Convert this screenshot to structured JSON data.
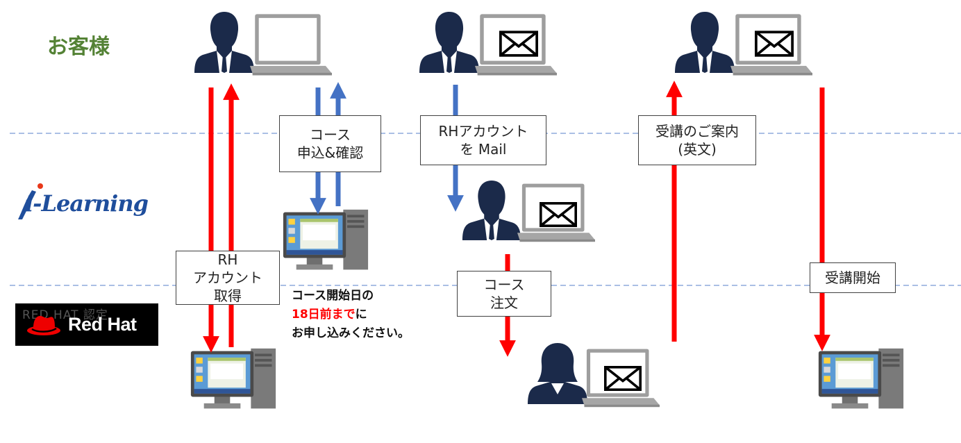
{
  "lanes": {
    "customer": "お客様",
    "ilearning_logo": "i-Learning",
    "redhat_logo": "Red Hat",
    "redhat_ghost": "RED HAT 認定"
  },
  "boxes": {
    "rh_account": [
      "RH",
      "アカウント",
      "取得"
    ],
    "course_apply": [
      "コース",
      "申込&確認"
    ],
    "rh_account_mail": [
      "RHアカウント",
      "を Mail"
    ],
    "guidance": [
      "受講のご案内",
      "(英文)"
    ],
    "course_order": [
      "コース",
      "注文"
    ],
    "start": [
      "受講開始"
    ]
  },
  "note": {
    "line1": "コース開始日の",
    "line2_red": "18日前まで",
    "line2_rest": "に",
    "line3": "お申し込みください。"
  },
  "colors": {
    "customer_label": "#548235",
    "red_arrow": "#ff0000",
    "blue_arrow": "#4472c4",
    "divider": "#8eaadb",
    "ilearning_blue": "#1f4e9c",
    "person": "#1b2a4a"
  },
  "icons": [
    "person-with-mail-laptop-icon",
    "desktop-computer-icon",
    "arrow-icon",
    "envelope-icon"
  ]
}
